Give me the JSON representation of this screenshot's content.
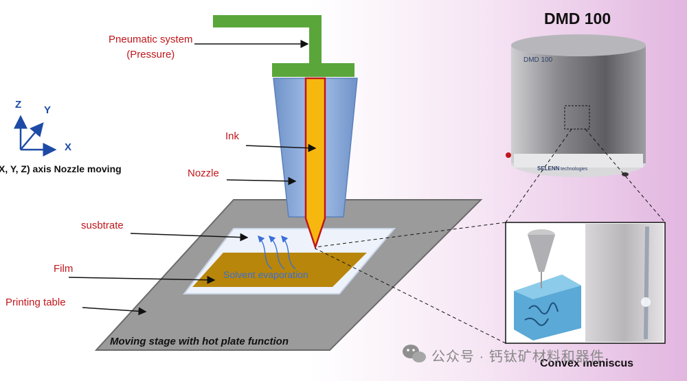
{
  "device": {
    "title": "DMD 100",
    "body_label": "DMD 100",
    "brand": "SELENN",
    "brand_sub": "technologies"
  },
  "axes": {
    "z": "Z",
    "y": "Y",
    "x": "X",
    "caption": "X, Y, Z) axis Nozzle moving"
  },
  "labels": {
    "pneumatic_line1": "Pneumatic system",
    "pneumatic_line2": "(Pressure)",
    "ink": "Ink",
    "nozzle": "Nozzle",
    "substrate": "susbtrate",
    "film": "Film",
    "printing_table": "Printing table",
    "solvent": "Solvent evaporation"
  },
  "stage_caption": "Moving stage with hot plate function",
  "meniscus_caption": "Convex meniscus",
  "watermark": "公众号 · 钙钛矿材料和器件",
  "colors": {
    "label_red": "#c0161b",
    "pneumatic_green": "#5aa63b",
    "nozzle_blue": "#8fb0e0",
    "ink_orange": "#f6b80f",
    "film_brown": "#b8860b",
    "table_gray": "#9a9a9a",
    "solvent_blue": "#3a6fd6"
  }
}
